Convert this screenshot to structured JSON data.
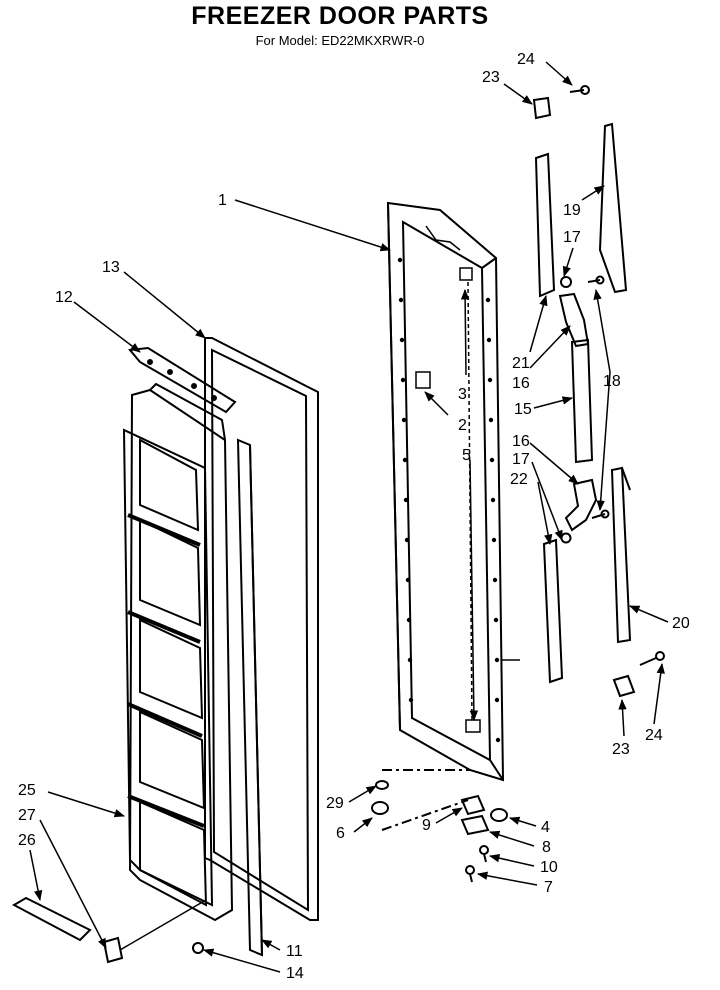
{
  "title": "FREEZER DOOR PARTS",
  "subtitle": "For Model: ED22MKXRWR-0",
  "callouts": [
    {
      "id": "c1",
      "label": "1"
    },
    {
      "id": "c2",
      "label": "2"
    },
    {
      "id": "c3",
      "label": "3"
    },
    {
      "id": "c4",
      "label": "4"
    },
    {
      "id": "c5",
      "label": "5"
    },
    {
      "id": "c6",
      "label": "6"
    },
    {
      "id": "c7",
      "label": "7"
    },
    {
      "id": "c8",
      "label": "8"
    },
    {
      "id": "c9",
      "label": "9"
    },
    {
      "id": "c10",
      "label": "10"
    },
    {
      "id": "c11",
      "label": "11"
    },
    {
      "id": "c12",
      "label": "12"
    },
    {
      "id": "c13",
      "label": "13"
    },
    {
      "id": "c14",
      "label": "14"
    },
    {
      "id": "c15",
      "label": "15"
    },
    {
      "id": "c16a",
      "label": "16"
    },
    {
      "id": "c16b",
      "label": "16"
    },
    {
      "id": "c17a",
      "label": "17"
    },
    {
      "id": "c17b",
      "label": "17"
    },
    {
      "id": "c18",
      "label": "18"
    },
    {
      "id": "c19",
      "label": "19"
    },
    {
      "id": "c20",
      "label": "20"
    },
    {
      "id": "c21",
      "label": "21"
    },
    {
      "id": "c22",
      "label": "22"
    },
    {
      "id": "c23a",
      "label": "23"
    },
    {
      "id": "c23b",
      "label": "23"
    },
    {
      "id": "c24a",
      "label": "24"
    },
    {
      "id": "c24b",
      "label": "24"
    },
    {
      "id": "c25",
      "label": "25"
    },
    {
      "id": "c26",
      "label": "26"
    },
    {
      "id": "c27",
      "label": "27"
    },
    {
      "id": "c29",
      "label": "29"
    }
  ]
}
